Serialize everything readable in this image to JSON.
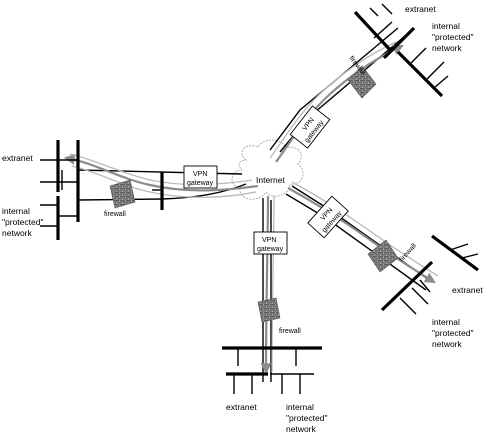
{
  "diagram": {
    "internet_label": "Internet",
    "sites": {
      "west": {
        "extranet": "extranet",
        "internal_lines": [
          "internal",
          "\"protected\"",
          "network"
        ],
        "firewall": "firewall",
        "vpn_lines": [
          "VPN",
          "gateway"
        ]
      },
      "north": {
        "extranet": "extranet",
        "internal_lines": [
          "internal",
          "\"protected\"",
          "network"
        ],
        "firewall": "firewall",
        "vpn_lines": [
          "VPN",
          "gateway"
        ]
      },
      "east": {
        "extranet": "extranet",
        "internal_lines": [
          "internal",
          "\"protected\"",
          "network"
        ],
        "firewall": "firewall",
        "vpn_lines": [
          "VPN",
          "gateway"
        ]
      },
      "south": {
        "extranet": "extranet",
        "internal_lines": [
          "internal",
          "\"protected\"",
          "network"
        ],
        "firewall": "firewall",
        "vpn_lines": [
          "VPN",
          "gateway"
        ]
      }
    }
  }
}
